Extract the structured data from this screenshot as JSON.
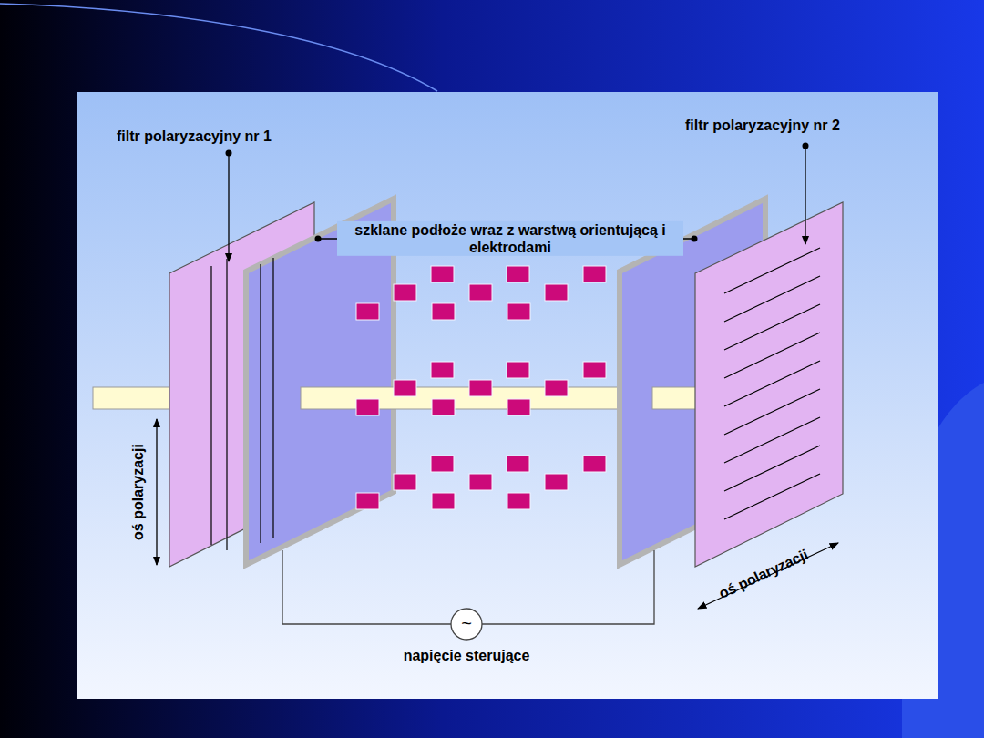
{
  "diagram": {
    "labels": [
      "filtr polaryzacyjny nr 1",
      "filtr polaryzacyjny nr 2",
      "szklane  podłoże wraz z warstwą orientującą i elektrodami",
      "oś polaryzacji",
      "oś polaryzacji",
      "~",
      "napięcie sterujące"
    ]
  }
}
